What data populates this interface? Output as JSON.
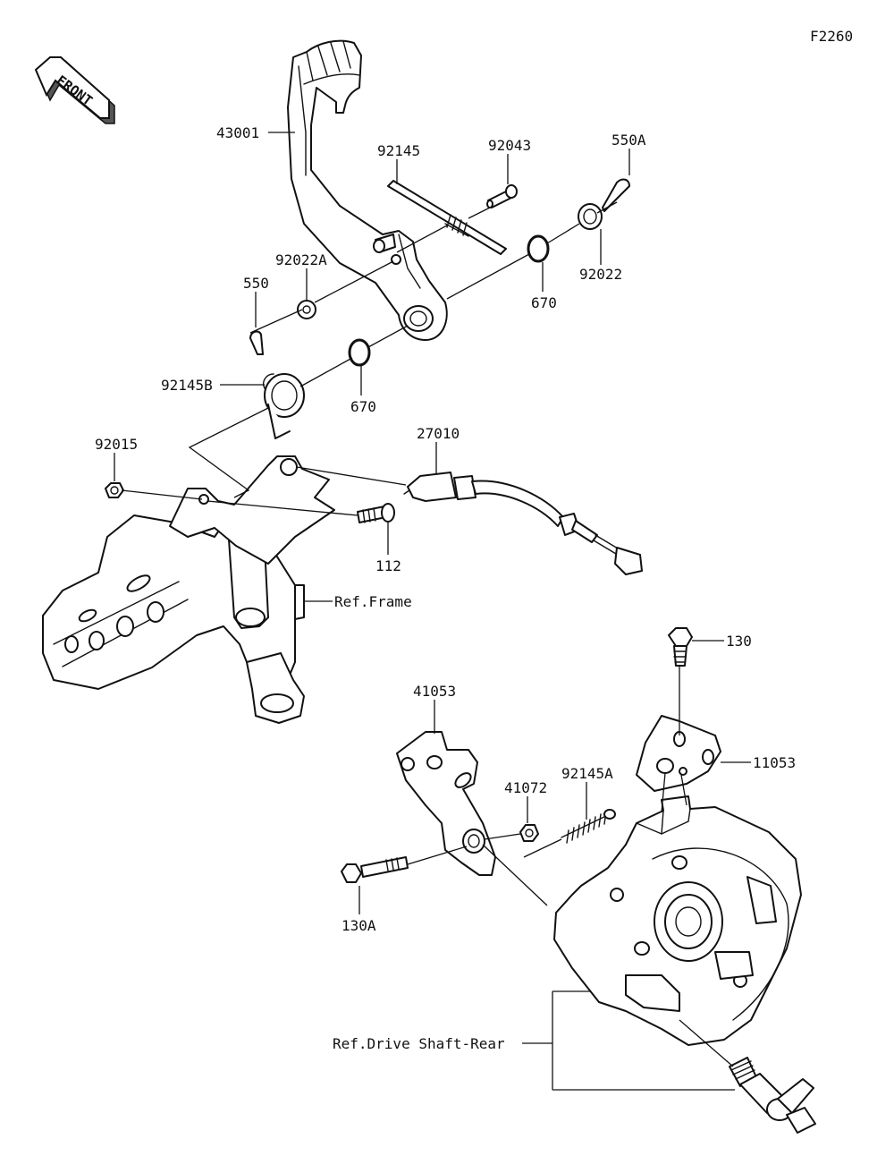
{
  "sheet_code": "F2260",
  "front_label": "FRONT",
  "labels": {
    "p43001": "43001",
    "p92145": "92145",
    "p92043": "92043",
    "p550A": "550A",
    "p92022A": "92022A",
    "p550": "550",
    "p670a": "670",
    "p92022": "92022",
    "p92145B": "92145B",
    "p670b": "670",
    "p27010": "27010",
    "p92015": "92015",
    "p112": "112",
    "refFrame": "Ref.Frame",
    "p130": "130",
    "p41053": "41053",
    "p11053": "11053",
    "p41072": "41072",
    "p92145A": "92145A",
    "p130A": "130A",
    "refDriveShaft": "Ref.Drive Shaft-Rear"
  }
}
